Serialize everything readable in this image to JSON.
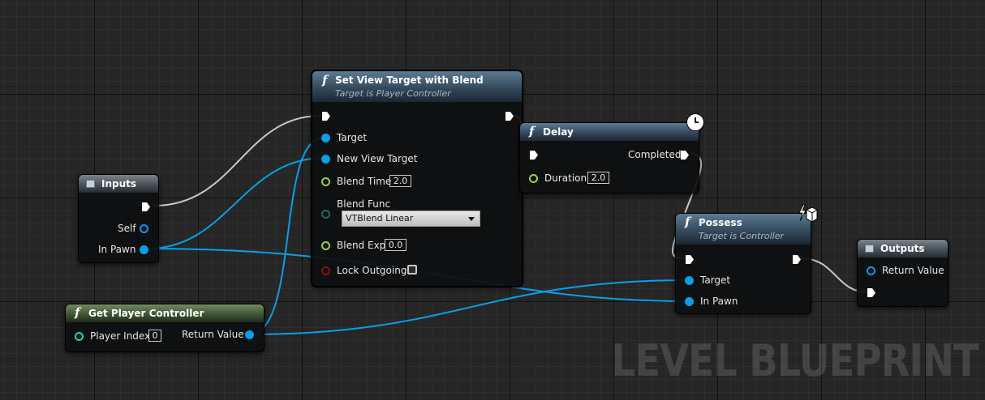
{
  "canvas": {
    "watermark": "LEVEL BLUEPRINT"
  },
  "colors": {
    "object_pin": "#0a9ee6",
    "float_pin": "#9ad04a",
    "byte_pin": "#1b6c62",
    "bool_pin": "#8c0f0f",
    "exec_wire": "#c8c8c8",
    "func_header": "#34495c",
    "pure_header": "#3f5634"
  },
  "nodes": {
    "inputs": {
      "title": "Inputs",
      "icon": "tunnel-icon",
      "pins": {
        "self": "Self",
        "in_pawn": "In Pawn"
      }
    },
    "get_player_controller": {
      "title": "Get Player Controller",
      "icon": "function-icon",
      "pins": {
        "player_index": "Player Index",
        "player_index_value": "0",
        "return_value": "Return Value"
      }
    },
    "set_view_target": {
      "title": "Set View Target with Blend",
      "subtitle": "Target is Player Controller",
      "icon": "function-icon",
      "pins": {
        "target": "Target",
        "new_view_target": "New View Target",
        "blend_time": "Blend Time",
        "blend_time_value": "2.0",
        "blend_func": "Blend Func",
        "blend_func_value": "VTBlend Linear",
        "blend_exp": "Blend Exp",
        "blend_exp_value": "0.0",
        "lock_outgoing": "Lock Outgoing"
      }
    },
    "delay": {
      "title": "Delay",
      "icon": "function-icon",
      "badge": "clock-icon",
      "pins": {
        "completed": "Completed",
        "duration": "Duration",
        "duration_value": "2.0"
      }
    },
    "possess": {
      "title": "Possess",
      "subtitle": "Target is Controller",
      "icon": "function-icon",
      "badge": "network-authority-icon",
      "pins": {
        "target": "Target",
        "in_pawn": "In Pawn"
      }
    },
    "outputs": {
      "title": "Outputs",
      "icon": "tunnel-icon",
      "pins": {
        "return_value": "Return Value"
      }
    }
  }
}
